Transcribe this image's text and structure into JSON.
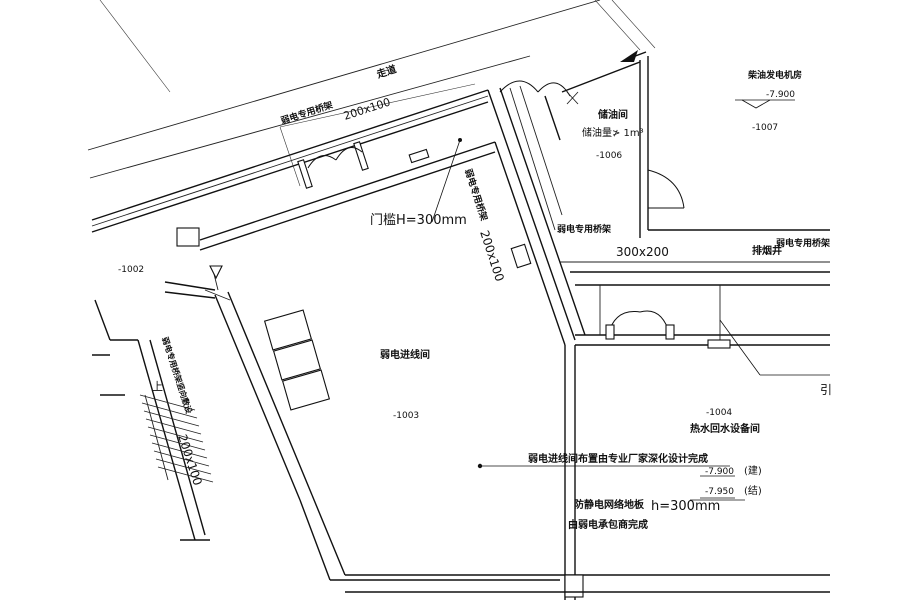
{
  "labels": {
    "corridor": "走道",
    "tray_a": "弱电专用桥架",
    "tray_a_size": "200x100",
    "tray_b": "弱电专用桥架",
    "tray_b_size": "200x100",
    "tray_c": "弱电专用桥架",
    "tray_c_size": "300x200",
    "tray_d": "弱电专用桥架",
    "tray_e": "弱电专用桥架竖向敷设",
    "tray_e_size": "200x100",
    "threshold": "门槛H=300mm",
    "diesel_room": "柴油发电机房",
    "diesel_level": "-7.900",
    "room_1007": "-1007",
    "oil_store": "储油间",
    "oil_capacity": "储油量≯ 1m³",
    "room_1006": "-1006",
    "exhaust_shaft": "排烟井",
    "room_1002": "-1002",
    "up_stair": "上",
    "weak_room": "弱电进线间",
    "room_1003": "-1003",
    "room_1004": "-1004",
    "water_room": "热水回水设备间",
    "note_layout": "弱电进线间布置由专业厂家深化设计完成",
    "level_arch": "-7.900",
    "level_arch_tag": "(建)",
    "level_struct": "-7.950",
    "level_struct_tag": "(结)",
    "antistatic": "防静电网络地板",
    "antistatic_h": "h=300mm",
    "contractor": "由弱电承包商完成",
    "lead_tag": "引"
  }
}
